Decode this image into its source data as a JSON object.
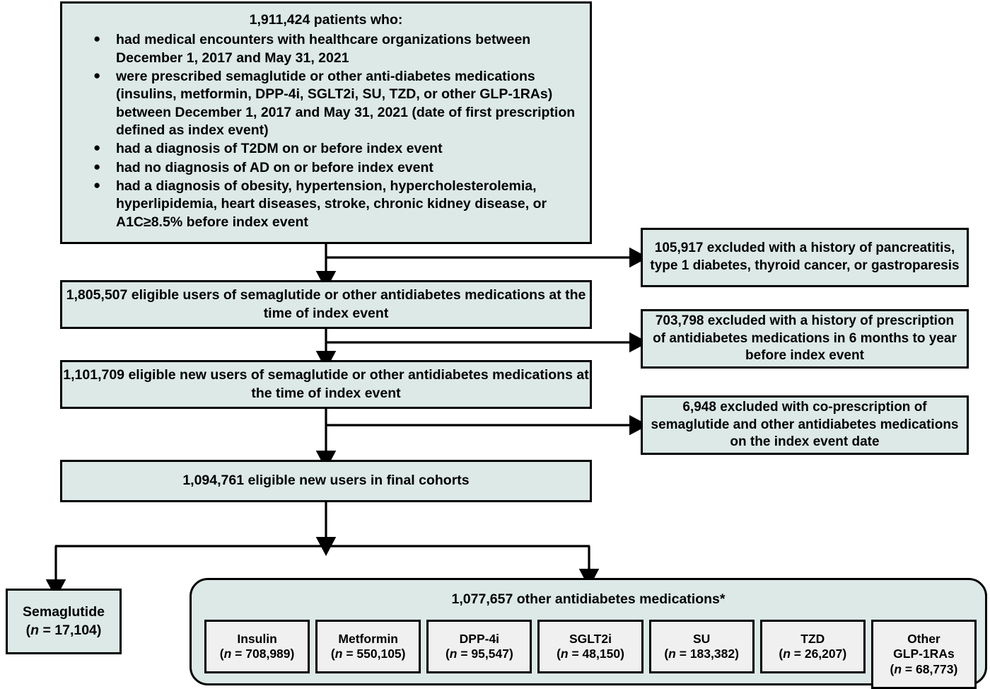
{
  "diagram": {
    "title": "Patient cohort selection flowchart",
    "fill_color": "#dce9e7",
    "inner_fill_color": "#f0f0f0",
    "stroke_color": "#000000"
  },
  "criteria_box": {
    "title": "1,911,424 patients who:",
    "bullet_glyph": "●",
    "bullets": [
      "had medical encounters with healthcare organizations  between December 1, 2017 and May 31, 2021",
      "were prescribed semaglutide or other anti-diabetes medications (insulins, metformin, DPP-4i, SGLT2i, SU, TZD, or other GLP-1RAs) between December 1, 2017 and May 31, 2021 (date of first prescription defined as index event)",
      "had a diagnosis of T2DM on or before index event",
      "had no diagnosis of AD on or before index event",
      "had a diagnosis of obesity, hypertension, hypercholesterolemia, hyperlipidemia, heart diseases, stroke, chronic kidney disease, or A1C≥8.5% before index event"
    ]
  },
  "flow_boxes": {
    "eligible_users": "1,805,507 eligible users of semaglutide or other antidiabetes medications at the time of index event",
    "new_users": "1,101,709 eligible new users of semaglutide or other antidiabetes medications at the time of index event",
    "final_cohort": "1,094,761 eligible new users in final cohorts"
  },
  "exclusions": [
    "105,917 excluded with a history of pancreatitis, type 1 diabetes, thyroid cancer, or gastroparesis",
    "703,798 excluded with a history of prescription of antidiabetes medications in 6 months to year before index event",
    "6,948 excluded with co-prescription of semaglutide and other antidiabetes medications on the index event date"
  ],
  "cohorts": {
    "semaglutide": {
      "label": "Semaglutide",
      "n_text": "(n = 17,104)",
      "n_value": 17104
    },
    "other": {
      "title": "1,077,657 other antidiabetes medications*",
      "n_value": 1077657,
      "drugs": [
        {
          "label": "Insulin",
          "n_text": "(n = 708,989)",
          "n_value": 708989
        },
        {
          "label": "Metformin",
          "n_text": "(n = 550,105)",
          "n_value": 550105
        },
        {
          "label": "DPP-4i",
          "n_text": "(n = 95,547)",
          "n_value": 95547
        },
        {
          "label": "SGLT2i",
          "n_text": "(n = 48,150)",
          "n_value": 48150
        },
        {
          "label": "SU",
          "n_text": "(n = 183,382)",
          "n_value": 183382
        },
        {
          "label": "TZD",
          "n_text": "(n = 26,207)",
          "n_value": 26207
        },
        {
          "label": "Other GLP-1RAs",
          "n_text": "(n = 68,773)",
          "n_value": 68773
        }
      ]
    }
  },
  "chart_data": {
    "type": "diagram",
    "title": "Study cohort selection flow diagram",
    "nodes": [
      {
        "id": "screened",
        "label": "1,911,424 patients who:",
        "value": 1911424
      },
      {
        "id": "eligible",
        "label": "1,805,507 eligible users of semaglutide or other antidiabetes medications at the time of index event",
        "value": 1805507
      },
      {
        "id": "new_users",
        "label": "1,101,709 eligible new users of semaglutide or other antidiabetes medications at the time of index event",
        "value": 1101709
      },
      {
        "id": "final",
        "label": "1,094,761 eligible new users in final cohorts",
        "value": 1094761
      },
      {
        "id": "semaglutide",
        "label": "Semaglutide",
        "value": 17104
      },
      {
        "id": "other",
        "label": "1,077,657 other antidiabetes medications*",
        "value": 1077657
      }
    ],
    "exclusions": [
      {
        "from": "screened",
        "value": 105917,
        "reason": "history of pancreatitis, type 1 diabetes, thyroid cancer, or gastroparesis"
      },
      {
        "from": "eligible",
        "value": 703798,
        "reason": "history of prescription of antidiabetes medications in 6 months to year before index event"
      },
      {
        "from": "new_users",
        "value": 6948,
        "reason": "co-prescription of semaglutide and other antidiabetes medications on the index event date"
      }
    ]
  }
}
